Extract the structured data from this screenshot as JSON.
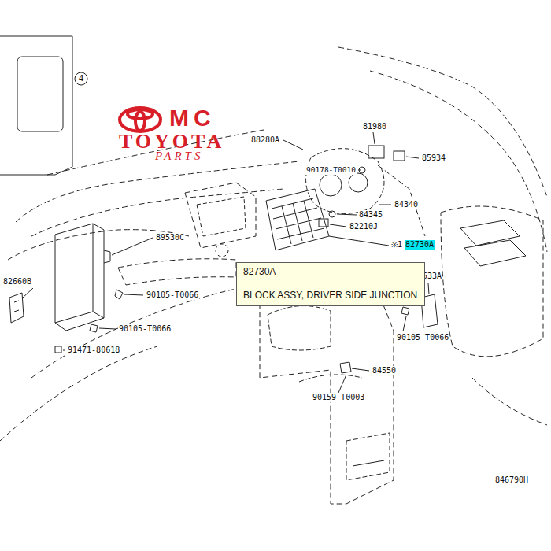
{
  "diagram": {
    "nodes": [
      {
        "text": [
          "82730A",
          "BLOCK ASSY, DRIVER SIDE JUNCTION"
        ]
      }
    ],
    "labels": [
      "4",
      "MC",
      "TOYOTA",
      "PARTS",
      "88280A",
      "81980",
      "90178-T0010",
      "85934",
      "84345",
      "84340",
      "82210J",
      "※1",
      "82730A",
      "89530C",
      "533A",
      "82660B",
      "90105-T0066",
      "90105-T0066",
      "91471-80618",
      "90105-T0066",
      "84550",
      "90159-T0003",
      "846790H"
    ]
  }
}
